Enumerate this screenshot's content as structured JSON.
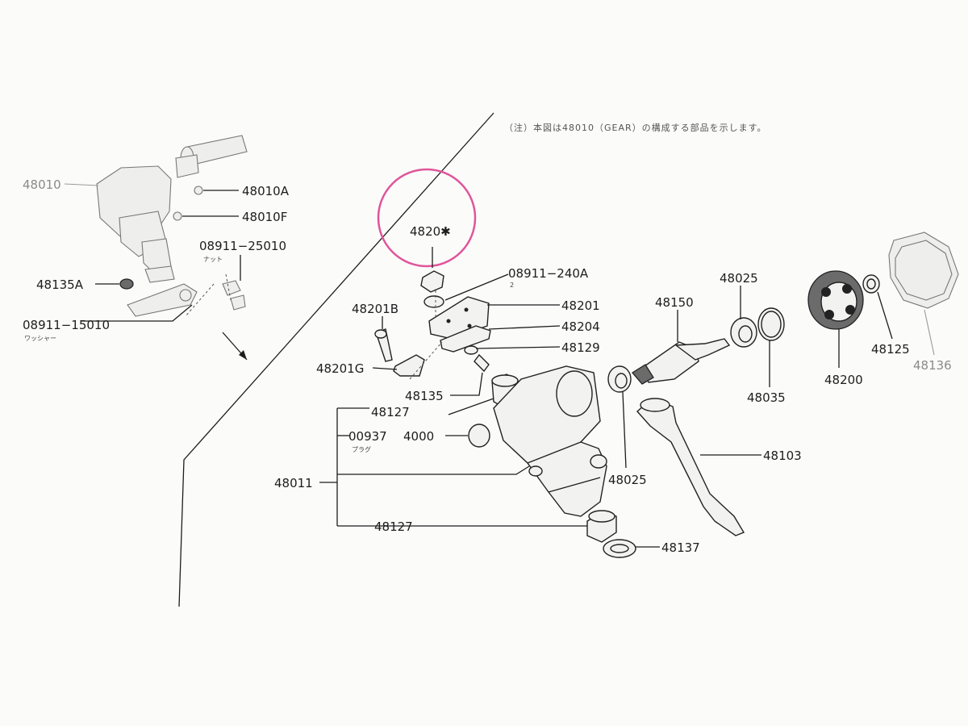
{
  "note": "（注）本図は48010（GEAR）の構成する部品を示します。",
  "highlight": {
    "color": "#e0559a"
  },
  "labels": {
    "p48010": "48010",
    "p48010A": "48010A",
    "p48010F": "48010F",
    "p08911_25010": "08911−25010",
    "nut": "ナット",
    "p48135A": "48135A",
    "p08911_15010": "08911−15010",
    "washer": "ワッシャー",
    "p4820": "4820✱",
    "p08911_240A": "08911−240A",
    "p08911_240A_sub": "2",
    "p48201": "48201",
    "p48204": "48204",
    "p48129": "48129",
    "p48201B": "48201B",
    "p48201G": "48201G",
    "p48135": "48135",
    "p48127_top": "48127",
    "p00937": "00937",
    "p4000": "4000",
    "plug": "プラグ",
    "p48011": "48011",
    "p48127_bottom": "48127",
    "p48137": "48137",
    "p48150": "48150",
    "p48025_top": "48025",
    "p48025_bottom": "48025",
    "p48103": "48103",
    "p48035": "48035",
    "p48200": "48200",
    "p48125": "48125",
    "p48136": "48136"
  }
}
